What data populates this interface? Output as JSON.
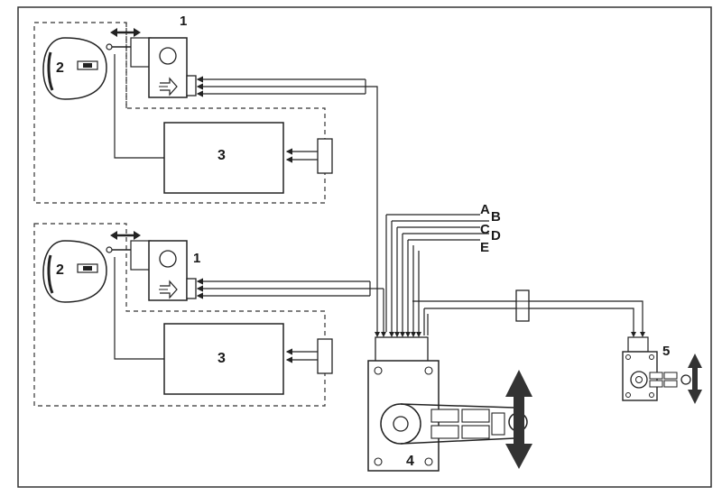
{
  "labels": {
    "top_servo": "1",
    "top_headlamp": "2",
    "top_module": "3",
    "bottom_servo": "1",
    "bottom_headlamp": "2",
    "bottom_module": "3",
    "control_unit": "4",
    "sensor": "5"
  },
  "wires": {
    "a": "A",
    "b": "B",
    "c": "C",
    "d": "D",
    "e": "E"
  }
}
